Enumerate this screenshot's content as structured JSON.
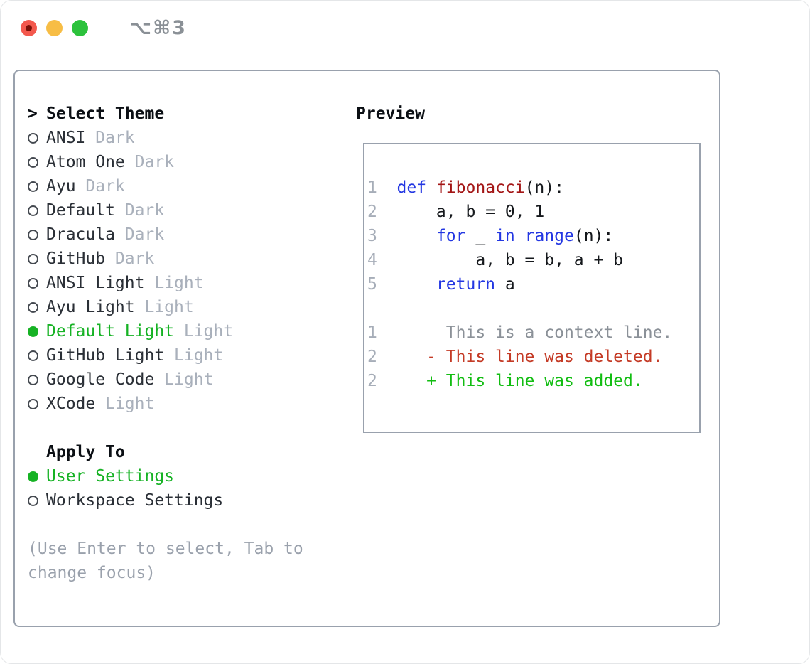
{
  "window": {
    "title": "⌥⌘3"
  },
  "traffic_lights": {
    "red": "#f3584d",
    "red_dot": "#7a1007",
    "yellow": "#f7bd45",
    "green": "#2cc23c"
  },
  "theme_panel": {
    "prompt": ">",
    "title": "Select Theme",
    "items": [
      {
        "name": "ANSI",
        "variant": "Dark",
        "selected": false
      },
      {
        "name": "Atom One",
        "variant": "Dark",
        "selected": false
      },
      {
        "name": "Ayu",
        "variant": "Dark",
        "selected": false
      },
      {
        "name": "Default",
        "variant": "Dark",
        "selected": false
      },
      {
        "name": "Dracula",
        "variant": "Dark",
        "selected": false
      },
      {
        "name": "GitHub",
        "variant": "Dark",
        "selected": false
      },
      {
        "name": "ANSI Light",
        "variant": "Light",
        "selected": false
      },
      {
        "name": "Ayu Light",
        "variant": "Light",
        "selected": false
      },
      {
        "name": "Default Light",
        "variant": "Light",
        "selected": true
      },
      {
        "name": "GitHub Light",
        "variant": "Light",
        "selected": false
      },
      {
        "name": "Google Code",
        "variant": "Light",
        "selected": false
      },
      {
        "name": "XCode",
        "variant": "Light",
        "selected": false
      }
    ],
    "apply_to": {
      "title": "Apply To",
      "options": [
        {
          "label": "User Settings",
          "selected": true
        },
        {
          "label": "Workspace Settings",
          "selected": false
        }
      ]
    },
    "help": [
      "(Use Enter to select, Tab to",
      "change focus)"
    ]
  },
  "preview": {
    "title": "Preview",
    "lines": [
      {
        "num": "1",
        "tokens": [
          {
            "t": "def",
            "c": "keyword"
          },
          {
            "t": " ",
            "c": "code"
          },
          {
            "t": "fibonacci",
            "c": "function"
          },
          {
            "t": "(n):",
            "c": "code"
          }
        ]
      },
      {
        "num": "2",
        "tokens": [
          {
            "t": "    a, b = 0, 1",
            "c": "code"
          }
        ]
      },
      {
        "num": "3",
        "tokens": [
          {
            "t": "    ",
            "c": "code"
          },
          {
            "t": "for",
            "c": "keyword"
          },
          {
            "t": " _ ",
            "c": "code"
          },
          {
            "t": "in",
            "c": "keyword"
          },
          {
            "t": " ",
            "c": "code"
          },
          {
            "t": "range",
            "c": "keyword"
          },
          {
            "t": "(n):",
            "c": "code"
          }
        ]
      },
      {
        "num": "4",
        "tokens": [
          {
            "t": "        a, b = b, a + b",
            "c": "code"
          }
        ]
      },
      {
        "num": "5",
        "tokens": [
          {
            "t": "    ",
            "c": "code"
          },
          {
            "t": "return",
            "c": "keyword"
          },
          {
            "t": " a",
            "c": "code"
          }
        ]
      },
      {
        "num": "",
        "tokens": []
      },
      {
        "num": "1",
        "tokens": [
          {
            "t": "     This is a context line.",
            "c": "context"
          }
        ]
      },
      {
        "num": "2",
        "tokens": [
          {
            "t": "   - This line was deleted.",
            "c": "deleted"
          }
        ]
      },
      {
        "num": "2",
        "tokens": [
          {
            "t": "   + This line was added.",
            "c": "added"
          }
        ]
      }
    ]
  },
  "colors": {
    "keyword": "#2337e2",
    "function": "#a31515",
    "code": "#15181c",
    "context": "#8b9198",
    "deleted": "#c43a25",
    "added": "#12bd12",
    "selection_green": "#16b224",
    "muted": "#a9b0bb",
    "border": "#99a1ad",
    "linenum": "#a6adb8"
  }
}
